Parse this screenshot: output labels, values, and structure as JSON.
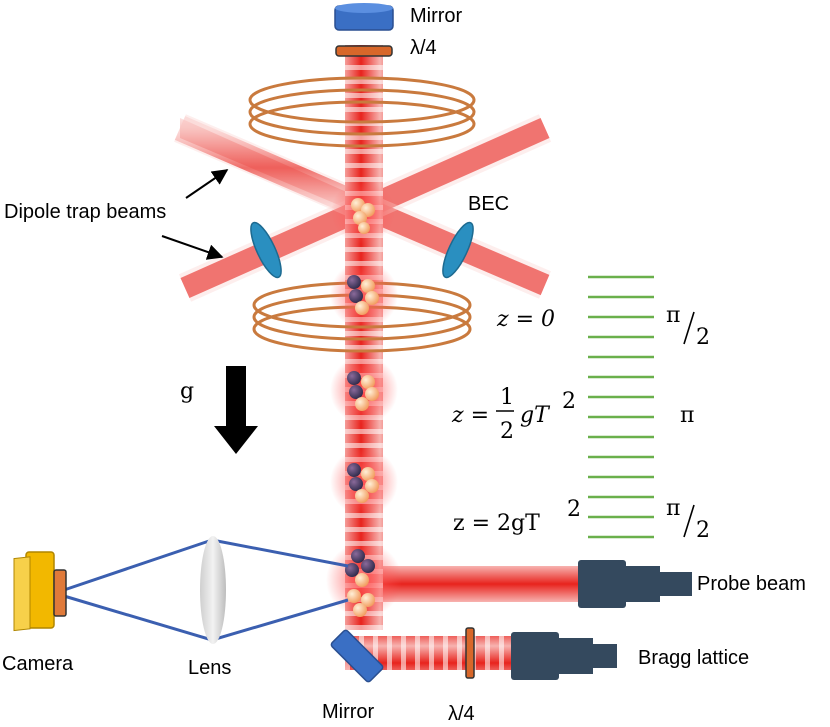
{
  "labels": {
    "mirror_top": "Mirror",
    "qwp_top": "λ/4",
    "dipole": "Dipole trap beams",
    "bec": "BEC",
    "gravity": "g",
    "camera": "Camera",
    "lens": "Lens",
    "mirror_bottom": "Mirror",
    "qwp_bottom": "λ/4",
    "probe": "Probe beam",
    "bragg": "Bragg lattice"
  },
  "equations": {
    "z0": "z = 0",
    "z1_prefix": "z =",
    "z1_num": "1",
    "z1_den": "2",
    "z1_suffix": "gT",
    "z1_exp": "2",
    "z2_prefix": "z = 2gT",
    "z2_exp": "2"
  },
  "pulses": {
    "p1_num": "π",
    "p1_den": "2",
    "p2": "π",
    "p3_num": "π",
    "p3_den": "2"
  },
  "colors": {
    "beam": "#e8231d",
    "coil": "#c97a3e",
    "optic_blue": "#3a6fc4",
    "lens_teal": "#2a8fc0",
    "waveplate": "#d8672a",
    "lattice_green": "#6ab04c",
    "device": "#34495e",
    "camera_yellow": "#f2b800",
    "ray_blue": "#3b5fb0"
  }
}
